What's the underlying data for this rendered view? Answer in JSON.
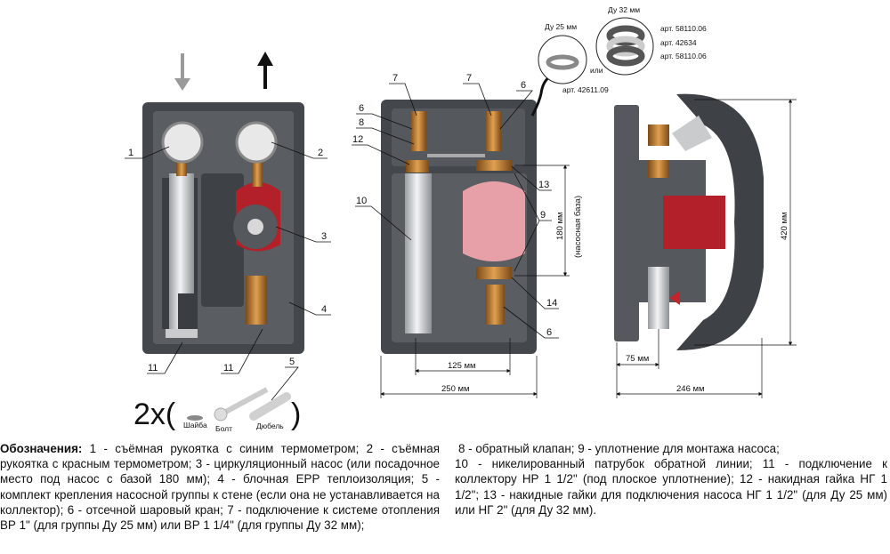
{
  "views": {
    "front_assembled": {
      "callouts": [
        "1",
        "2",
        "3",
        "4",
        "11",
        "11",
        "5"
      ]
    },
    "front_open": {
      "callouts": [
        "7",
        "7",
        "6",
        "6",
        "8",
        "12",
        "10",
        "13",
        "9",
        "14",
        "6"
      ],
      "dim_125": "125 мм",
      "dim_250": "250 мм",
      "dim_180": "180 мм",
      "dim_180_note": "(насосная база)"
    },
    "side": {
      "dim_420": "420 мм",
      "dim_75": "75 мм",
      "dim_246": "246 мм"
    }
  },
  "gaskets": {
    "du25": "Ду 25 мм",
    "du32": "Ду 32 мм",
    "or": "или",
    "art_du25": "арт. 42611.09",
    "art_1": "арт. 58110.06",
    "art_2": "арт. 42634",
    "art_3": "арт. 58110.06"
  },
  "kit": {
    "multiplier": "2x(",
    "close": ")",
    "washer": "Шайба",
    "bolt": "Болт",
    "dowel": "Дюбель"
  },
  "legend": {
    "title": "Обозначения:",
    "left_text": " 1 - съёмная рукоятка с синим термометром; 2 - съёмная рукоятка с красным термометром; 3 - циркуляционный насос (или посадочное место под насос с базой 180 мм); 4 - блочная EPP теплоизоляция; 5 - комплект крепления насосной группы к стене (если она не устанавливается на коллектор); 6 - отсечной шаровый кран; 7 - подключение к системе отопления ВР 1\" (для группы Ду 25 мм) или ВР 1 1/4\" (для группы Ду 32 мм);",
    "right_line1": "8 - обратный клапан; 9 - уплотнение для монтажа насоса;",
    "right_text": "10 - никелированный патрубок обратной линии; 11 - подключение к коллектору НР 1 1/2\" (под плоское уплотнение); 12 - накидная гайка НГ 1 1/2\"; 13 - накидные гайки для подключения насоса НГ 1 1/2\" (для Ду 25 мм) или НГ 2\" (для Ду 32 мм)."
  },
  "colors": {
    "insulation": "#4a4d52",
    "insulation_light": "#8a8d92",
    "pump": "#b3202a",
    "pump_open": "#e8a0a8",
    "brass": "#b8742c",
    "pipe": "#d4d6d8"
  }
}
